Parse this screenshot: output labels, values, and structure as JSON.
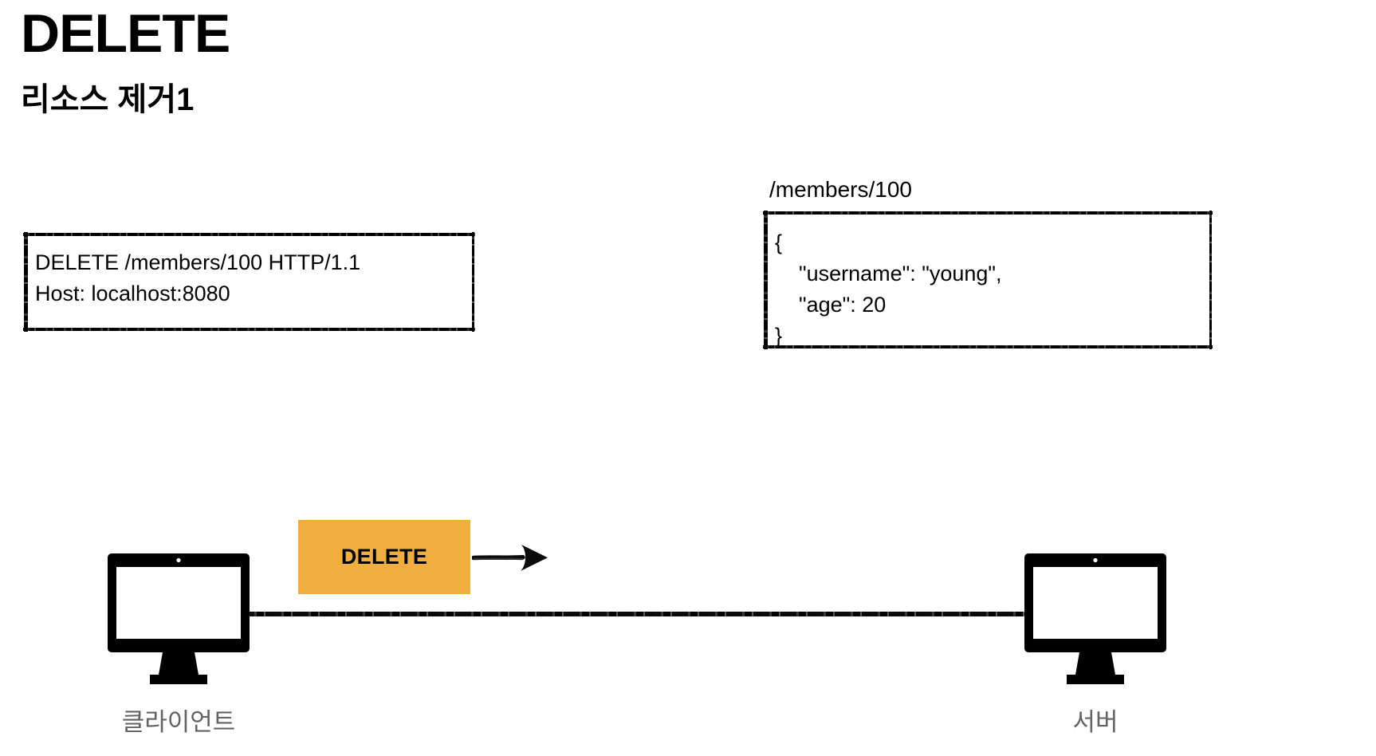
{
  "page": {
    "title": "DELETE",
    "subtitle": "리소스 제거1",
    "background_color": "#ffffff"
  },
  "request": {
    "box_label": "request-message",
    "line1": "DELETE /members/100 HTTP/1.1",
    "line2": "Host: localhost:8080",
    "text": "DELETE /members/100 HTTP/1.1\nHost: localhost:8080"
  },
  "resource": {
    "path": "/members/100",
    "json_open": "{",
    "json_username": "    \"username\": \"young\",",
    "json_age": "    \"age\": 20",
    "json_close": "}",
    "text": "{\n    \"username\": \"young\",\n    \"age\": 20\n}"
  },
  "flow": {
    "method_badge": "DELETE",
    "badge_color": "#efae3e",
    "arrow_direction": "right",
    "arrow_name": "request-arrow"
  },
  "nodes": {
    "client": {
      "label": "클라이언트",
      "icon": "monitor-icon"
    },
    "server": {
      "label": "서버",
      "icon": "monitor-icon"
    },
    "label_color": "#636363"
  }
}
